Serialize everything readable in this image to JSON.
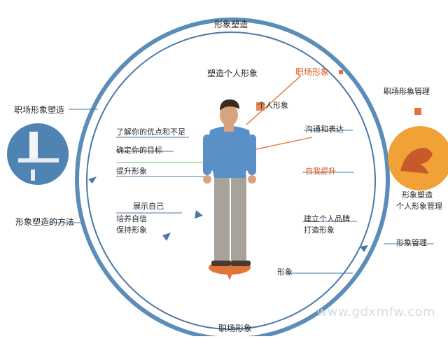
{
  "diagram": {
    "top_label": "形象塑造",
    "bottom_label": "职场形象",
    "labels": {
      "upper_center": "塑造个人形象",
      "right_top_orange": "职场形象",
      "right_top_small": "个人形象",
      "left_upper_1": "了解你的优点和不足",
      "left_upper_2": "确定你的目标",
      "left_upper_3": "提升形象",
      "right_mid_1": "沟通和表达",
      "right_mid_orange": "自我提升",
      "left_lower_1": "展示自己",
      "left_lower_2": "培养自信",
      "left_lower_3": "保持形象",
      "right_lower_1": "建立个人品牌",
      "right_lower_2": "打造形象",
      "bottom_center": "形象",
      "outer_left_top": "职场形象塑造",
      "outer_left_bottom": "形象塑造的方法",
      "outer_right_top": "职场形象管理",
      "outer_right_mid_1": "形象塑造",
      "outer_right_mid_2": "个人形象管理",
      "outer_right_bottom": "形象管理"
    }
  },
  "watermark": "www.gdxmfw.com",
  "colors": {
    "ring": "#5b8db8",
    "inner_ring": "#4a78a6",
    "accent_orange": "#e0743a",
    "shirt": "#5a8fc8",
    "pants": "#a7a39b",
    "skin": "#d8a37f",
    "hair": "#3a2a20"
  }
}
